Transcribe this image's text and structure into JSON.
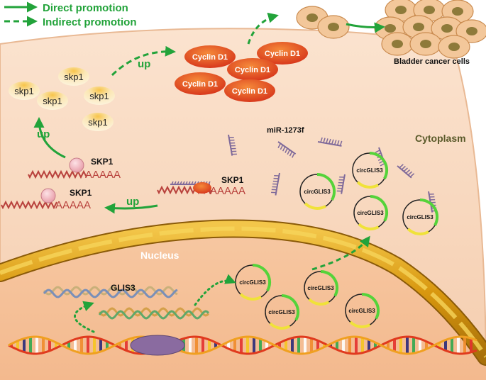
{
  "legend": {
    "direct": "Direct promotion",
    "indirect": "Indirect promotion"
  },
  "labels": {
    "up_top": "up",
    "up_left": "up",
    "up_bottom": "up",
    "mirna": "miR-1273f",
    "cytoplasm": "Cytoplasm",
    "nucleus": "Nucleus",
    "glis3": "GLIS3",
    "bladder": "Bladder cancer cells",
    "skp1_upper": "SKP1",
    "skp1_lower": "SKP1",
    "skp1_middle": "SKP1",
    "polyA": "AAAAA"
  },
  "skp1_protein_label": "skp1",
  "cyclin_label": "Cyclin D1",
  "circ_label": "circGLIS3",
  "colors": {
    "green": "#22a33a",
    "cytoplasm": "#f7d3b6",
    "nucleus": "#f6c49e",
    "membrane": "#d69a13",
    "cyclin": "#e0451f",
    "mirna": "#7f6a9a",
    "mrna": "#b8413c"
  }
}
